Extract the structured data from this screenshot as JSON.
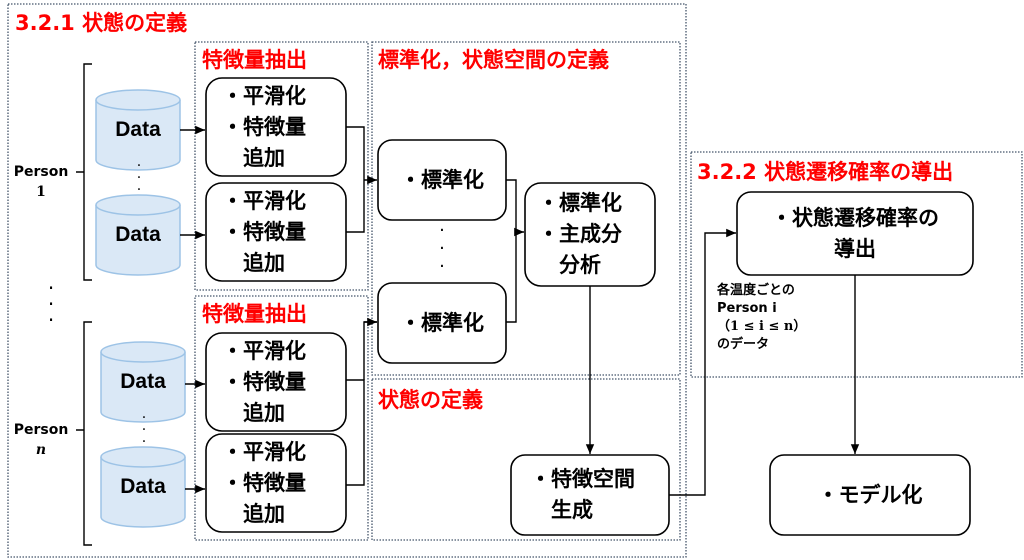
{
  "section_321": {
    "title": "3.2.1 状態の定義"
  },
  "section_322": {
    "title": "3.2.2 状態遷移確率の導出"
  },
  "groups": {
    "feature_extraction": "特徴量抽出",
    "standardization": "標準化，状態空間の定義",
    "state_definition": "状態の定義"
  },
  "persons": [
    {
      "label": "Person",
      "index": "1"
    },
    {
      "label": "Person",
      "index": "n"
    }
  ],
  "data_label": "Data",
  "feature_box": {
    "line1": "・平滑化",
    "line2": "・特徴量",
    "line3": "　追加"
  },
  "standardize_box": "・標準化",
  "pca_box": {
    "line1": "・標準化",
    "line2": "・主成分",
    "line3": "　分析"
  },
  "feature_space_box": {
    "line1": "・特徴空間",
    "line2": "　生成"
  },
  "transition_box": {
    "line1": "・状態遷移確率の",
    "line2": "導出"
  },
  "model_box": "・モデル化",
  "note": {
    "line1": "各温度ごとの",
    "line2": "Person i",
    "line3": "（1 ≤ i ≤ n）",
    "line4": "のデータ"
  },
  "colors": {
    "title_red": "#ff0000",
    "cylinder_fill": "#dae8f6",
    "cylinder_stroke": "#9dc3e6",
    "dotted_border": "#44546a"
  }
}
